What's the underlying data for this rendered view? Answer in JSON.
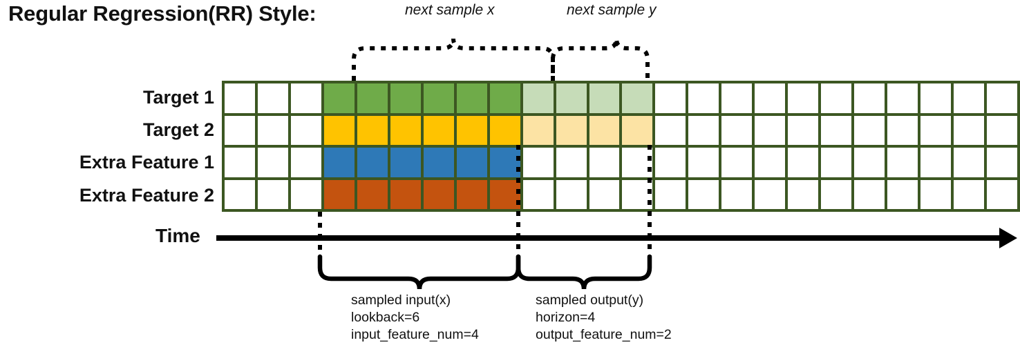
{
  "title": "Regular Regression(RR) Style:",
  "top_braces": [
    {
      "label": "next sample x"
    },
    {
      "label": "next sample y"
    }
  ],
  "rows": [
    {
      "label": "Target 1",
      "color": "#6fab49",
      "faded_color": "#c6dcb8"
    },
    {
      "label": "Target 2",
      "color": "#ffc300",
      "faded_color": "#fce3a4"
    },
    {
      "label": "Extra Feature 1",
      "color": "#2e79b7",
      "faded_color": "#ffffff"
    },
    {
      "label": "Extra Feature 2",
      "color": "#c4530f",
      "faded_color": "#ffffff"
    }
  ],
  "grid": {
    "columns": 24,
    "rows": 4,
    "lead_blank_columns": 3,
    "input_columns": 6,
    "output_columns": 4,
    "border_color": "#3c5722",
    "empty_color": "#ffffff"
  },
  "axis": {
    "label": "Time"
  },
  "bottom_braces": [
    {
      "lines": [
        "sampled input(x)",
        "lookback=6",
        "input_feature_num=4"
      ]
    },
    {
      "lines": [
        "sampled output(y)",
        "horizon=4",
        "output_feature_num=2"
      ]
    }
  ]
}
